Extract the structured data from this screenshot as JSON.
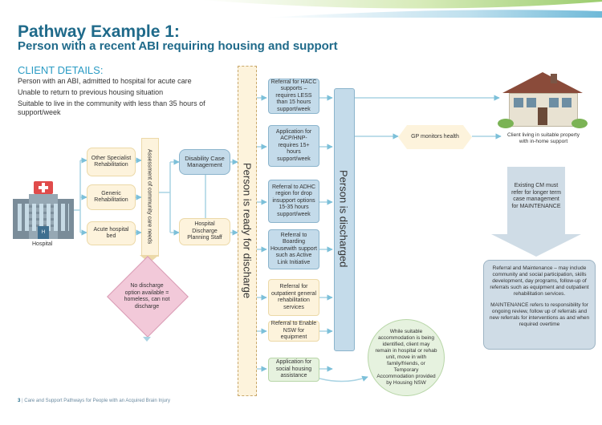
{
  "title": "Pathway Example 1:",
  "subtitle": "Person with a recent ABI requiring housing and support",
  "client_details": {
    "heading": "CLIENT DETAILS:",
    "lines": [
      "Person with an ABI, admitted to hospital for acute care",
      "Unable to return to previous housing situation",
      "Suitable to live in the community with less than 35 hours of support/week"
    ]
  },
  "hospital_label": "Hospital",
  "hospital_sign": "H",
  "origin_boxes": [
    "Other Specialist Rehabilitation",
    "Generic Rehabilitation",
    "Acute hospital bed"
  ],
  "assessment_label": "Assessment of community care needs",
  "no_discharge": "No discharge option available = homeless, can not discharge",
  "case_boxes": [
    "Disability Case Management",
    "Hospital Discharge Planning Staff"
  ],
  "ready_label": "Person is ready for discharge",
  "referral_boxes": [
    "Referral for HACC supports – requires LESS than 15 hours support/week",
    "Application for ACP/HNP- requires 15+ hours support/week",
    "Referral to ADHC region for drop insupport options 15-35 hours support/week",
    "Referral to Boarding Housewith support such as Active Link Initiative",
    "Referral for outpatient general rehabilitation services",
    "Referral to Enable NSW for equipment",
    "Application for social housing assistance"
  ],
  "discharged_label": "Person is discharged",
  "gp_label": "GP monitors health",
  "house_caption": "Client living in suitable property with in-home support",
  "existing_cm": "Existing CM must refer for longer term case management for MAINTENANCE",
  "maintenance_p1": "Referral and Maintenance – may include community and social participation, skills development, day programs, follow-up of referrals such as equipment and outpatient rehabilitation services.",
  "maintenance_p2": "MAINTENANCE refers to responsibility for ongoing review, follow up of referrals and new referrals for interventions as and when required overtime",
  "while_suitable": "While suitable accommodation is being identified, client may remain in hospital or rehab unit, move in with family/friends, or Temporary Accommodation provided by Housing NSW",
  "footer_page": "3",
  "footer_text": "Care and Support Pathways for People with an Acquired Brain Injury",
  "colors": {
    "title": "#1f6a8a",
    "cream": "#fdf3dc",
    "blue": "#c4dbea",
    "green": "#e6f2df",
    "pink": "#f2c9d9",
    "arrow": "#a9d3e3"
  }
}
